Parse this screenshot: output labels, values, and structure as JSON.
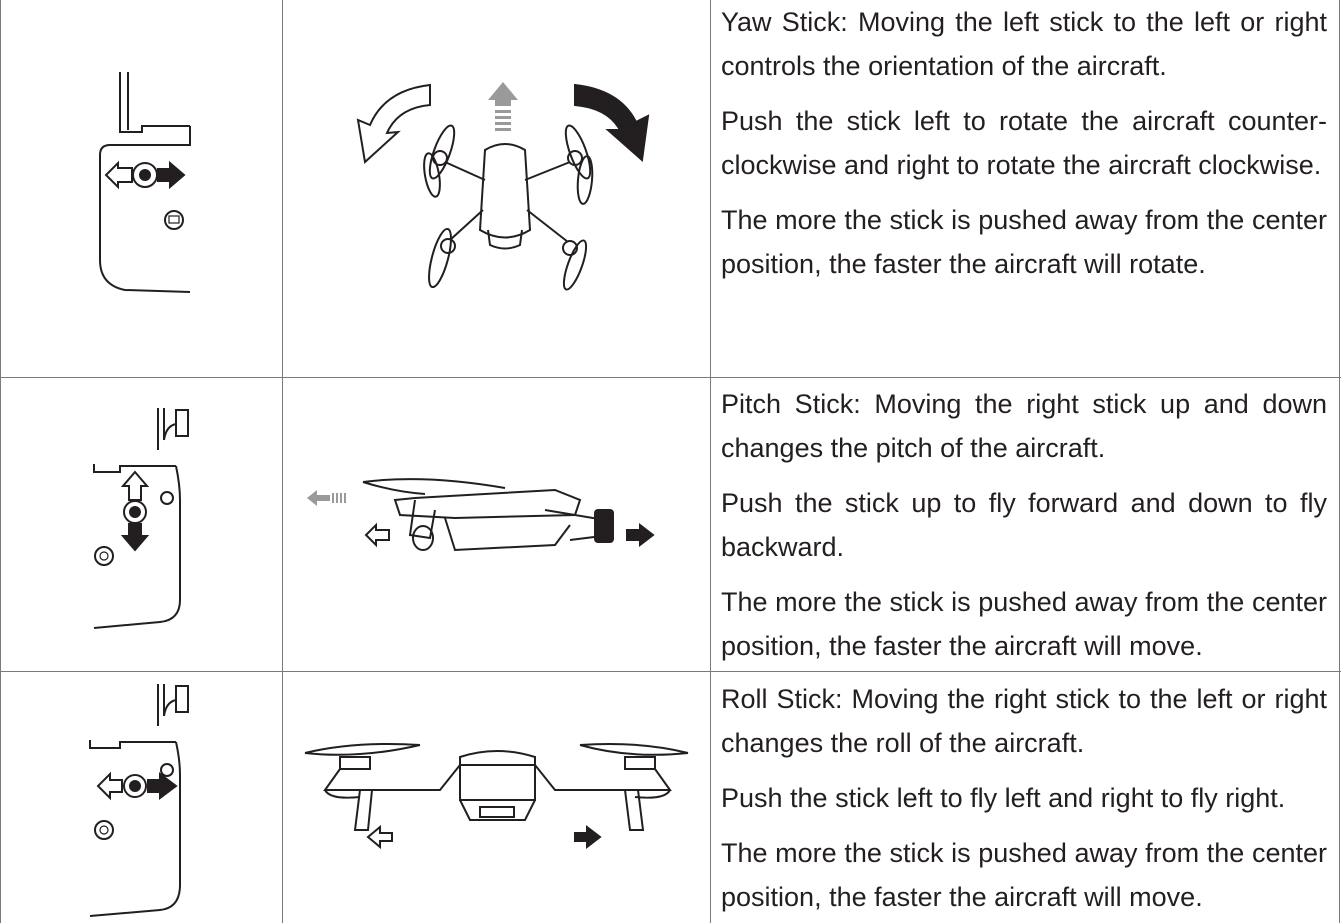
{
  "rows": [
    {
      "name": "yaw",
      "paragraphs": [
        "Yaw Stick: Moving the left stick to the left or right controls the orientation of the aircraft.",
        "Push the stick left to rotate the aircraft counter-clockwise and right to rotate the aircraft clockwise.",
        "The more the stick is pushed away from the center position, the faster the aircraft will rotate."
      ]
    },
    {
      "name": "pitch",
      "paragraphs": [
        "Pitch Stick: Moving the right stick up and down changes the pitch of the aircraft.",
        "Push the stick up to fly forward and down to fly backward.",
        "The more the stick is pushed away from the center position, the faster the aircraft will move."
      ]
    },
    {
      "name": "roll",
      "paragraphs": [
        "Roll Stick: Moving the right stick to the left or right changes the roll of the aircraft.",
        "Push the stick left to fly left and right to fly right.",
        "The more the stick is pushed away from the center position, the faster the aircraft will move."
      ]
    }
  ],
  "icons": {
    "controller": "remote-controller-icon",
    "drone_top": "drone-top-view-icon",
    "drone_side": "drone-side-view-icon",
    "drone_front": "drone-front-view-icon",
    "arrow": "direction-arrow-icon",
    "power": "power-button-icon"
  },
  "colors": {
    "line": "#7a7a7a",
    "ink": "#231f20",
    "arrow_gray": "#9a9a9a"
  }
}
